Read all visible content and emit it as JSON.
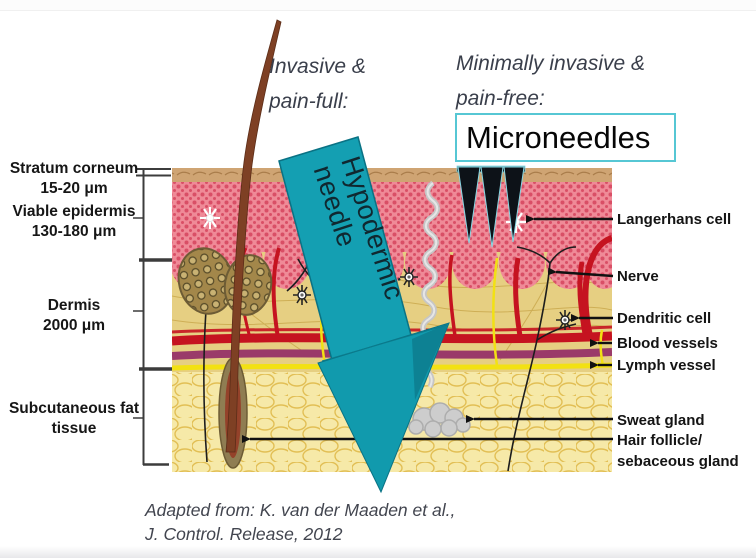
{
  "headers": {
    "invasive": "Invasive & pain-full:",
    "minimally_invasive": "Minimally invasive & pain-free:",
    "microneedles": "Microneedles"
  },
  "hypodermic_needle": {
    "line1": "Hypodermic",
    "line2": "needle"
  },
  "skin_layers": [
    {
      "name": "Stratum corneum",
      "thickness": "15-20 μm"
    },
    {
      "name": "Viable epidermis",
      "thickness": "130-180 μm"
    },
    {
      "name": "Dermis",
      "thickness": "2000 μm"
    },
    {
      "name": "Subcutaneous fat tissue",
      "thickness": ""
    }
  ],
  "structures": [
    {
      "label": "Langerhans cell"
    },
    {
      "label": "Nerve"
    },
    {
      "label": "Dendritic cell"
    },
    {
      "label": "Blood vessels"
    },
    {
      "label": "Lymph vessel"
    },
    {
      "label": "Sweat gland"
    },
    {
      "label": "Hair follicle/ sebaceous gland"
    }
  ],
  "citation": {
    "line1": "Adapted from: K. van der Maaden et al.,",
    "line2": "J. Control. Release, 2012"
  },
  "colors": {
    "microneedles_box_border": "#56c7d4",
    "needle_teal": "#149fb2",
    "epidermis_pink": "#ef8a97",
    "epidermis_dots": "#d94f66",
    "skin_surface_tan": "#cfa473",
    "dermis_tan": "#e6cf82",
    "fat_yellow": "#f6e9a8",
    "blood_red": "#c51320",
    "vessel_purple": "#9a3a69",
    "lymph_yellow": "#f2e113",
    "hair_brown": "#7e4024",
    "sweat_gray": "#c6c6c6"
  }
}
